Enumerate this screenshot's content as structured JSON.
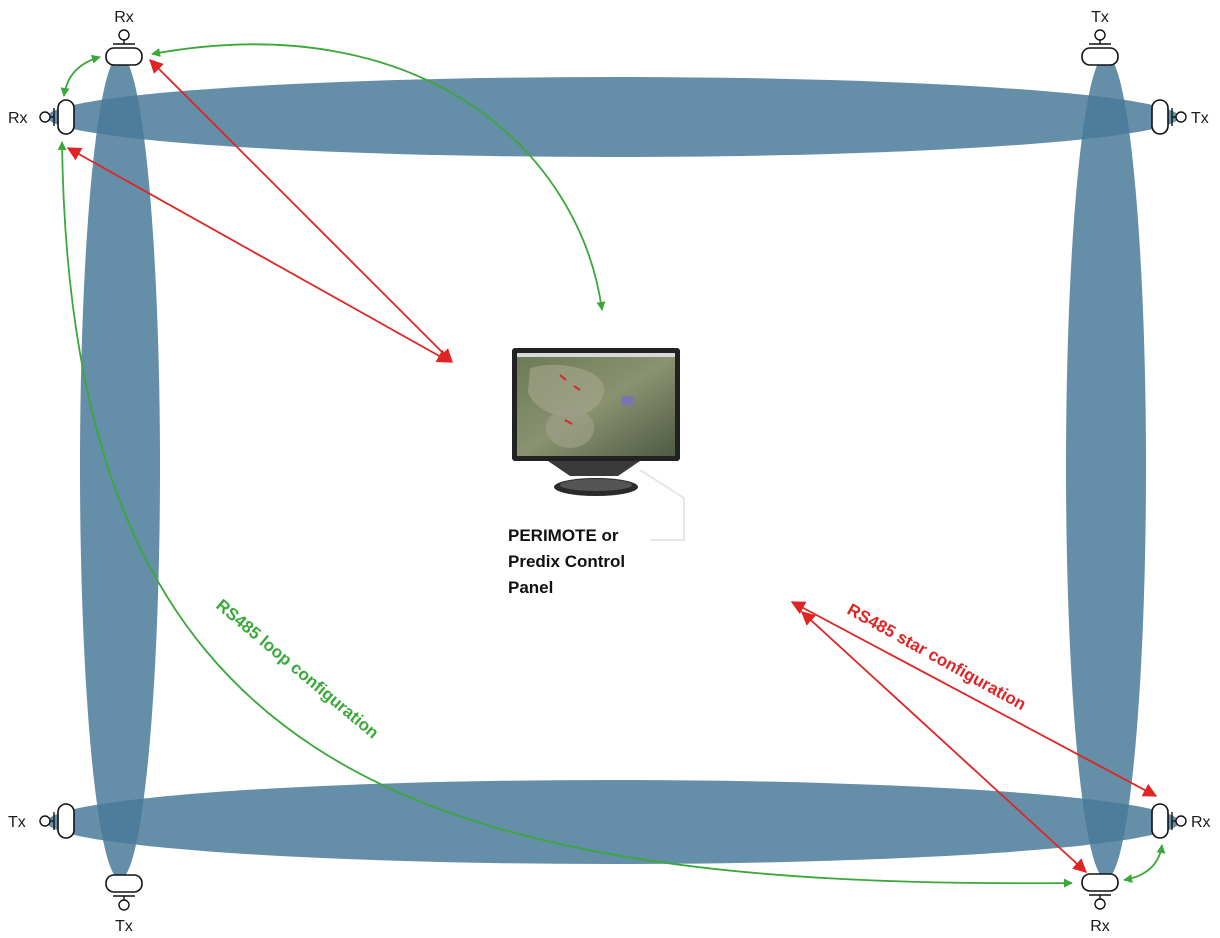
{
  "colors": {
    "beam": "#4a7a99",
    "loop": "#3aa83a",
    "star": "#e02424",
    "device_stroke": "#111111"
  },
  "devices": {
    "top_left_top": "Rx",
    "top_left_side": "Rx",
    "top_right_top": "Tx",
    "top_right_side": "Tx",
    "bottom_left_side": "Tx",
    "bottom_left_bottom": "Tx",
    "bottom_right_side": "Rx",
    "bottom_right_bottom": "Rx"
  },
  "panel": {
    "label_line1": "PERIMOTE or",
    "label_line2": "Predix Control",
    "label_line3": "Panel",
    "icon": "monitor-icon"
  },
  "connections": {
    "loop_label": "RS485 loop configuration",
    "star_label": "RS485 star configuration"
  }
}
